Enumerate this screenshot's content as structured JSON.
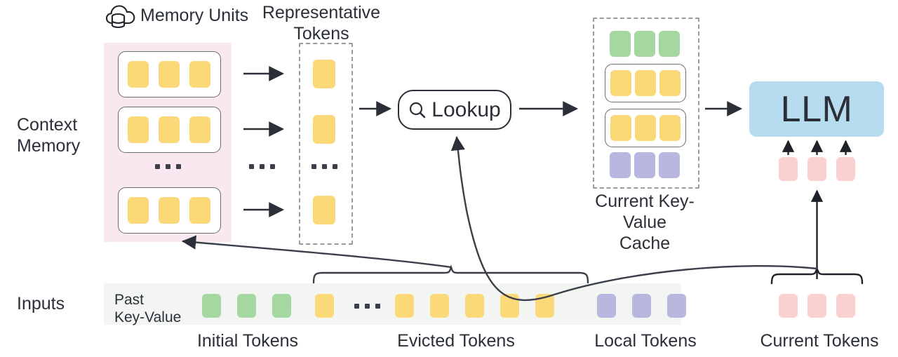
{
  "labels": {
    "memory_units": "Memory Units",
    "representative_tokens": "Representative\nTokens",
    "context_memory": "Context\nMemory",
    "lookup": "Lookup",
    "current_kv_cache": "Current Key-Value\nCache",
    "llm": "LLM",
    "inputs": "Inputs",
    "past_key_value": "Past\nKey-Value",
    "initial_tokens": "Initial Tokens",
    "evicted_tokens": "Evicted Tokens",
    "local_tokens": "Local Tokens",
    "current_tokens": "Current Tokens",
    "ellipsis": "…"
  },
  "icons": {
    "cloud_database": "cloud-database-icon",
    "search": "search-icon"
  },
  "colors": {
    "token_yellow": "#fcd978",
    "token_green": "#a5d8a0",
    "token_purple": "#b7b7e0",
    "token_pink": "#fbd0d0",
    "context_memory_bg": "#fae8f0",
    "inputs_bg": "#f3f5f3",
    "llm_bg": "#b8dcef",
    "stroke": "#2b2f38",
    "dashed_stroke": "#9a9a9f"
  },
  "context_memory": {
    "unit_count_visible": 3,
    "tokens_per_unit": 3,
    "token_color": "token_yellow",
    "has_ellipsis_between_units": true
  },
  "representative_tokens": {
    "token_count_visible": 3,
    "token_color": "token_yellow",
    "has_ellipsis": true,
    "border": "dashed"
  },
  "kv_cache": {
    "border": "dashed",
    "rows": [
      {
        "color": "token_green",
        "count": 3,
        "boxed": false
      },
      {
        "color": "token_yellow",
        "count": 3,
        "boxed": true
      },
      {
        "color": "token_yellow",
        "count": 3,
        "boxed": true
      },
      {
        "color": "token_purple",
        "count": 3,
        "boxed": false
      }
    ]
  },
  "llm_inputs": {
    "token_color": "token_pink",
    "count": 3
  },
  "inputs_row": {
    "groups": [
      {
        "name": "initial_tokens",
        "color": "token_green",
        "count": 3
      },
      {
        "name": "evicted_head",
        "color": "token_yellow",
        "count": 1
      },
      {
        "name": "evicted_ellipsis",
        "color": null,
        "count": 0
      },
      {
        "name": "evicted_tail",
        "color": "token_yellow",
        "count": 5
      },
      {
        "name": "local_tokens",
        "color": "token_purple",
        "count": 3
      }
    ],
    "current_tokens": {
      "color": "token_pink",
      "count": 3
    }
  }
}
